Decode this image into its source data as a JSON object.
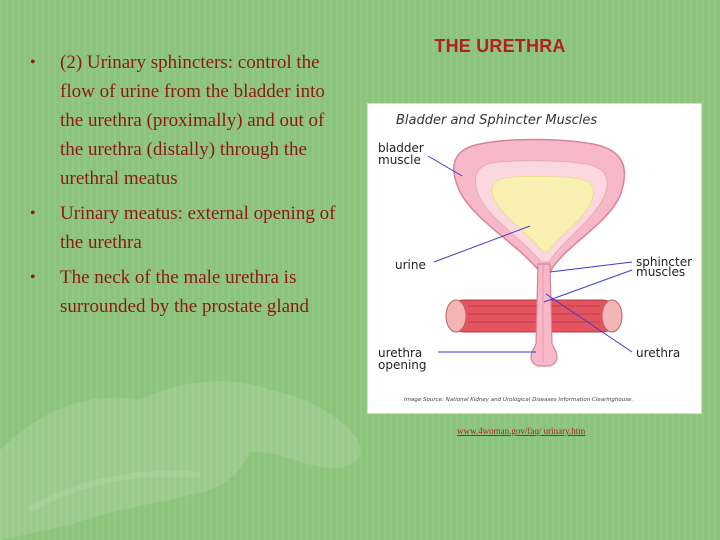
{
  "slide": {
    "title": "THE URETHRA",
    "bullets": [
      "(2) Urinary sphincters: control the flow of urine from the bladder into the urethra (proximally) and out of the urethra (distally) through the urethral meatus",
      "Urinary meatus: external opening of the urethra",
      "The neck of the male urethra is surrounded by the prostate gland"
    ],
    "bullet_glyph": "•",
    "colors": {
      "background": "#8cc47c",
      "text": "#8b1a14",
      "title": "#b02020"
    }
  },
  "figure": {
    "title": "Bladder and Sphincter Muscles",
    "labels": {
      "bladder_line1": "bladder",
      "bladder_line2": "muscle",
      "urine": "urine",
      "sphincter_line1": "sphincter",
      "sphincter_line2": "muscles",
      "urethra_opening_line1": "urethra",
      "urethra_opening_line2": "opening",
      "urethra": "urethra"
    },
    "source": "Image Source: National Kidney and Urological Diseases Information Clearinghouse."
  },
  "link": {
    "text": "www.4woman.gov/faq/ urinary.htm"
  }
}
